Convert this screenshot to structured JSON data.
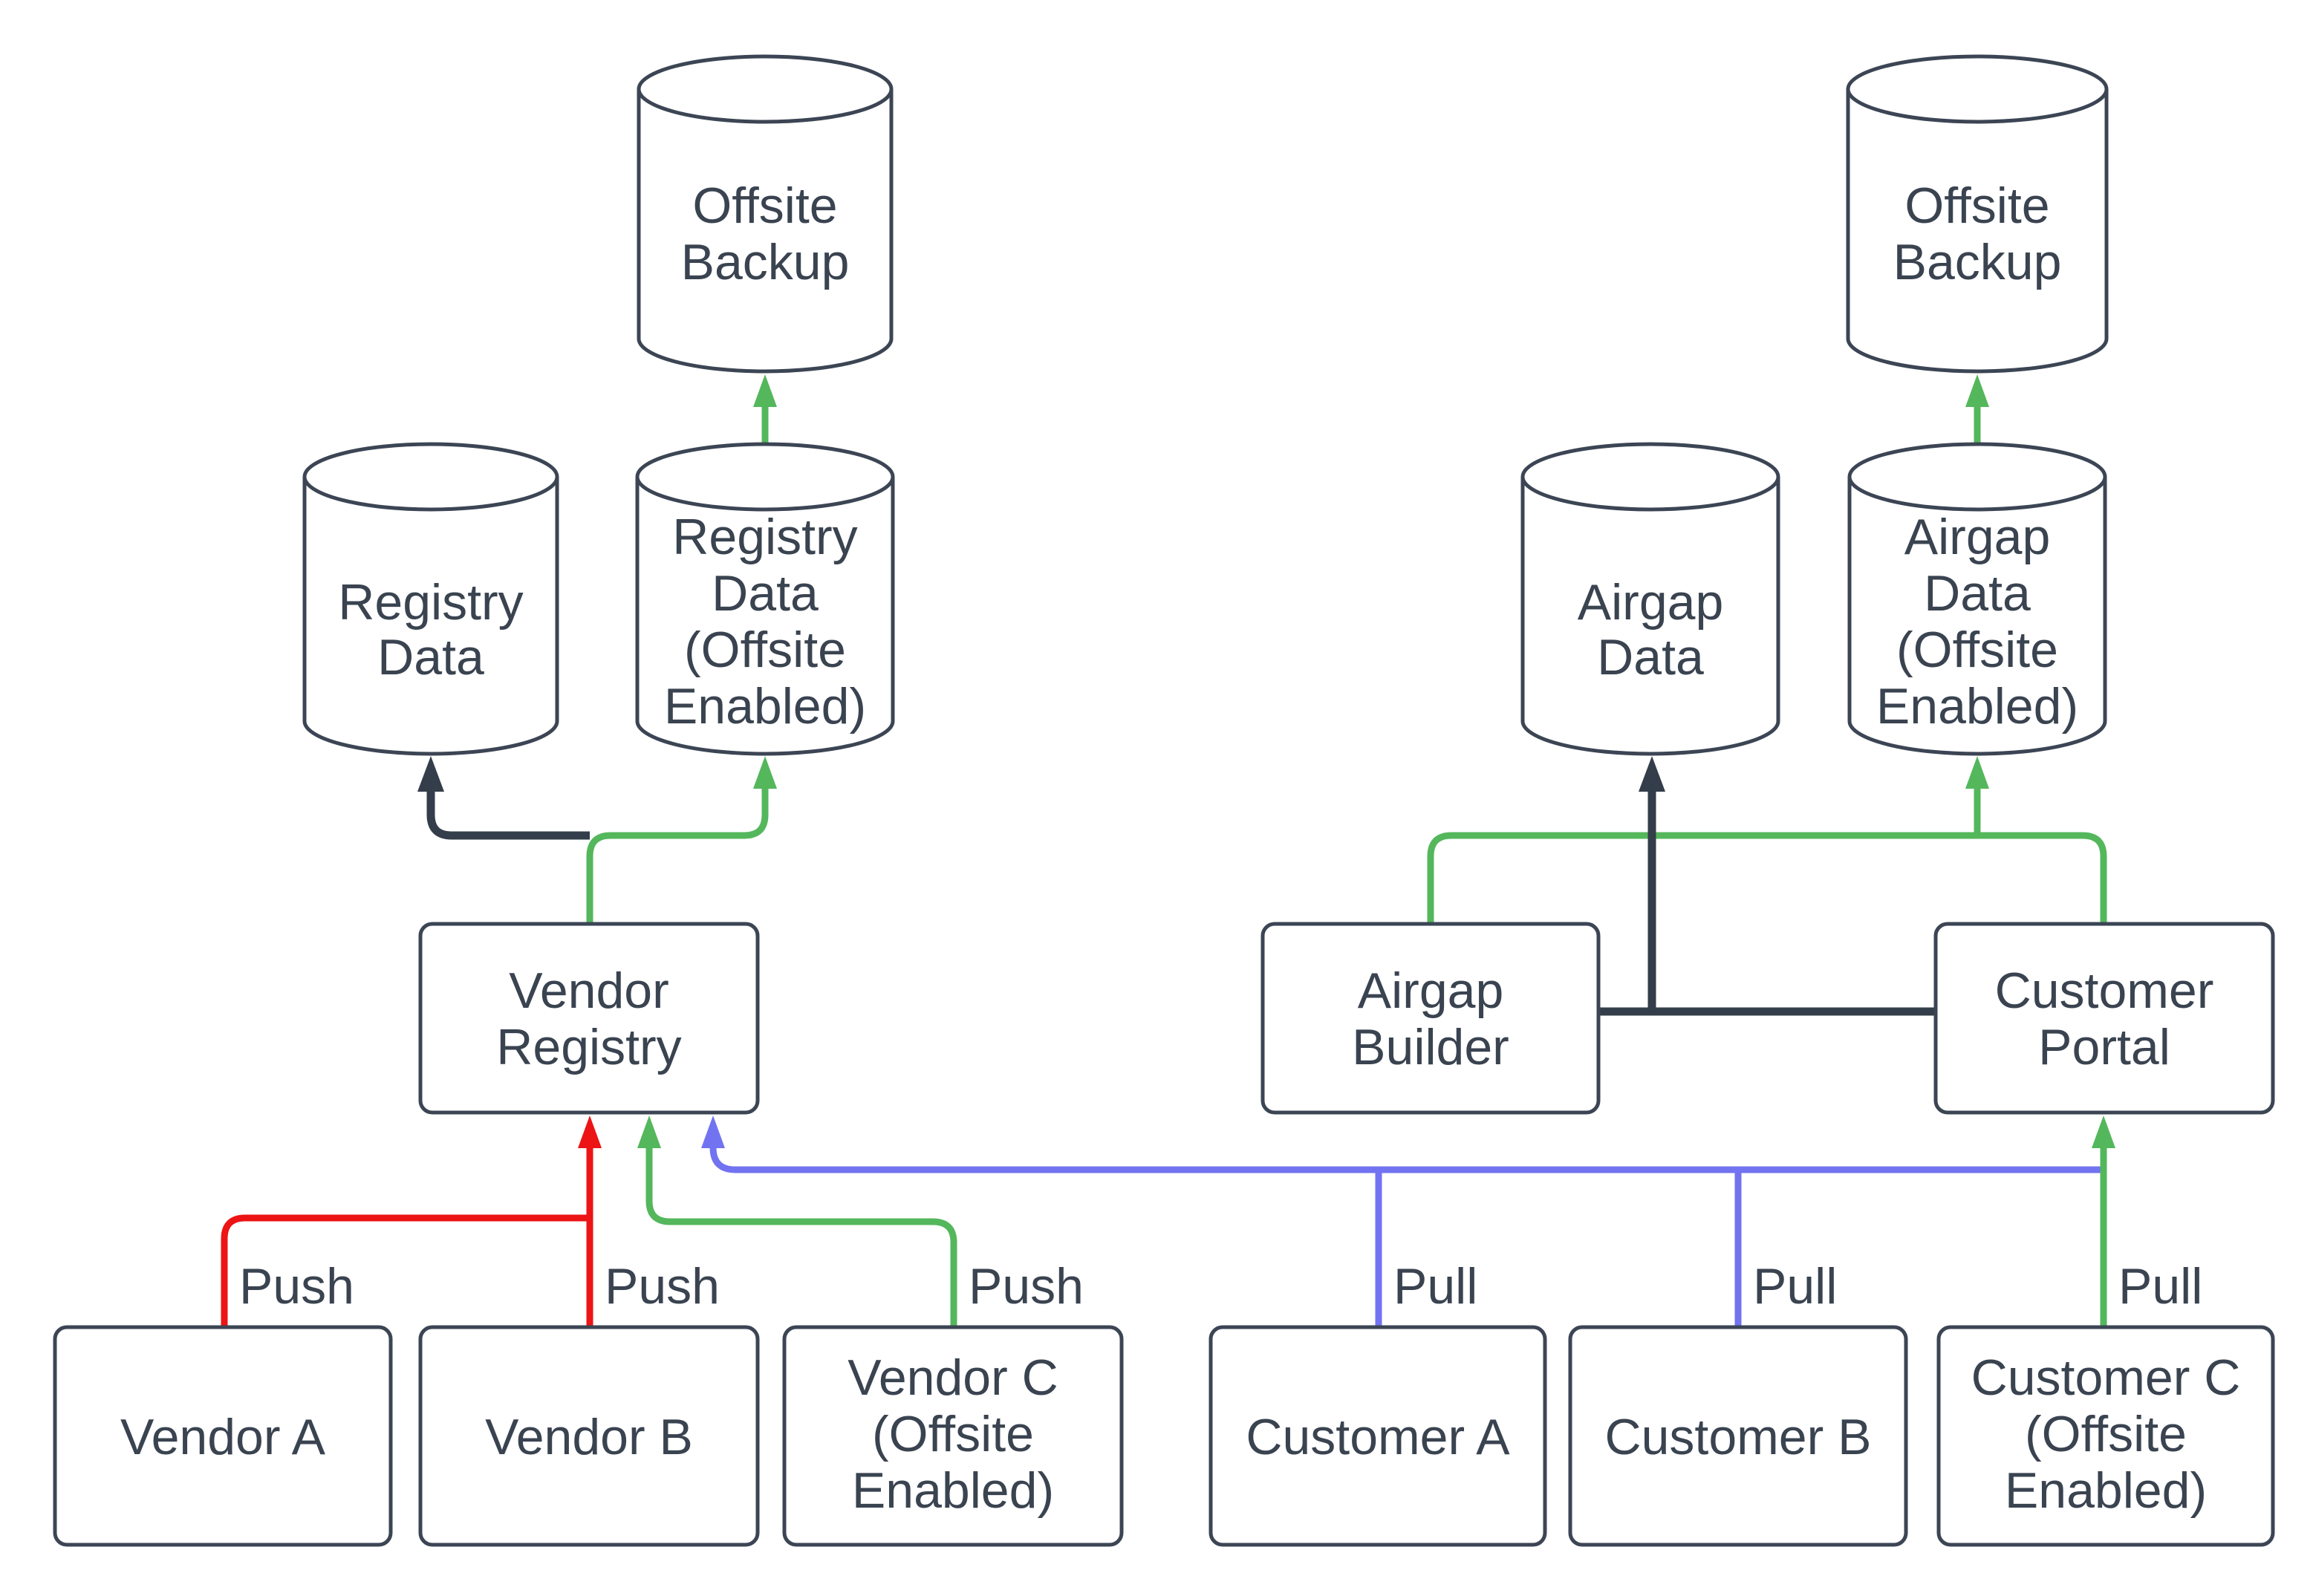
{
  "diagram": {
    "nodes": {
      "offsite_backup_left": {
        "kind": "database",
        "lines": [
          "Offsite",
          "Backup"
        ]
      },
      "registry_data": {
        "kind": "database",
        "lines": [
          "Registry",
          "Data"
        ]
      },
      "registry_data_offsite": {
        "kind": "database",
        "lines": [
          "Registry",
          "Data",
          "(Offsite",
          "Enabled)"
        ]
      },
      "airgap_data": {
        "kind": "database",
        "lines": [
          "Airgap",
          "Data"
        ]
      },
      "airgap_data_offsite": {
        "kind": "database",
        "lines": [
          "Airgap",
          "Data",
          "(Offsite",
          "Enabled)"
        ]
      },
      "offsite_backup_right": {
        "kind": "database",
        "lines": [
          "Offsite",
          "Backup"
        ]
      },
      "vendor_registry": {
        "kind": "process",
        "lines": [
          "Vendor",
          "Registry"
        ]
      },
      "airgap_builder": {
        "kind": "process",
        "lines": [
          "Airgap",
          "Builder"
        ]
      },
      "customer_portal": {
        "kind": "process",
        "lines": [
          "Customer",
          "Portal"
        ]
      },
      "vendor_a": {
        "kind": "actor",
        "lines": [
          "Vendor A"
        ]
      },
      "vendor_b": {
        "kind": "actor",
        "lines": [
          "Vendor B"
        ]
      },
      "vendor_c": {
        "kind": "actor",
        "lines": [
          "Vendor C",
          "(Offsite",
          "Enabled)"
        ]
      },
      "customer_a": {
        "kind": "actor",
        "lines": [
          "Customer A"
        ]
      },
      "customer_b": {
        "kind": "actor",
        "lines": [
          "Customer B"
        ]
      },
      "customer_c": {
        "kind": "actor",
        "lines": [
          "Customer C",
          "(Offsite",
          "Enabled)"
        ]
      }
    },
    "edge_labels": {
      "push_a": "Push",
      "push_b": "Push",
      "push_c": "Push",
      "pull_a": "Pull",
      "pull_b": "Pull",
      "pull_c": "Pull"
    },
    "colors": {
      "background": "#ffffff",
      "node_stroke": "#3c4554",
      "flow_dark": "#343d4a",
      "text": "#3a4350",
      "red": "#ec1414",
      "green": "#54b75c",
      "blue": "#7273f1"
    }
  }
}
